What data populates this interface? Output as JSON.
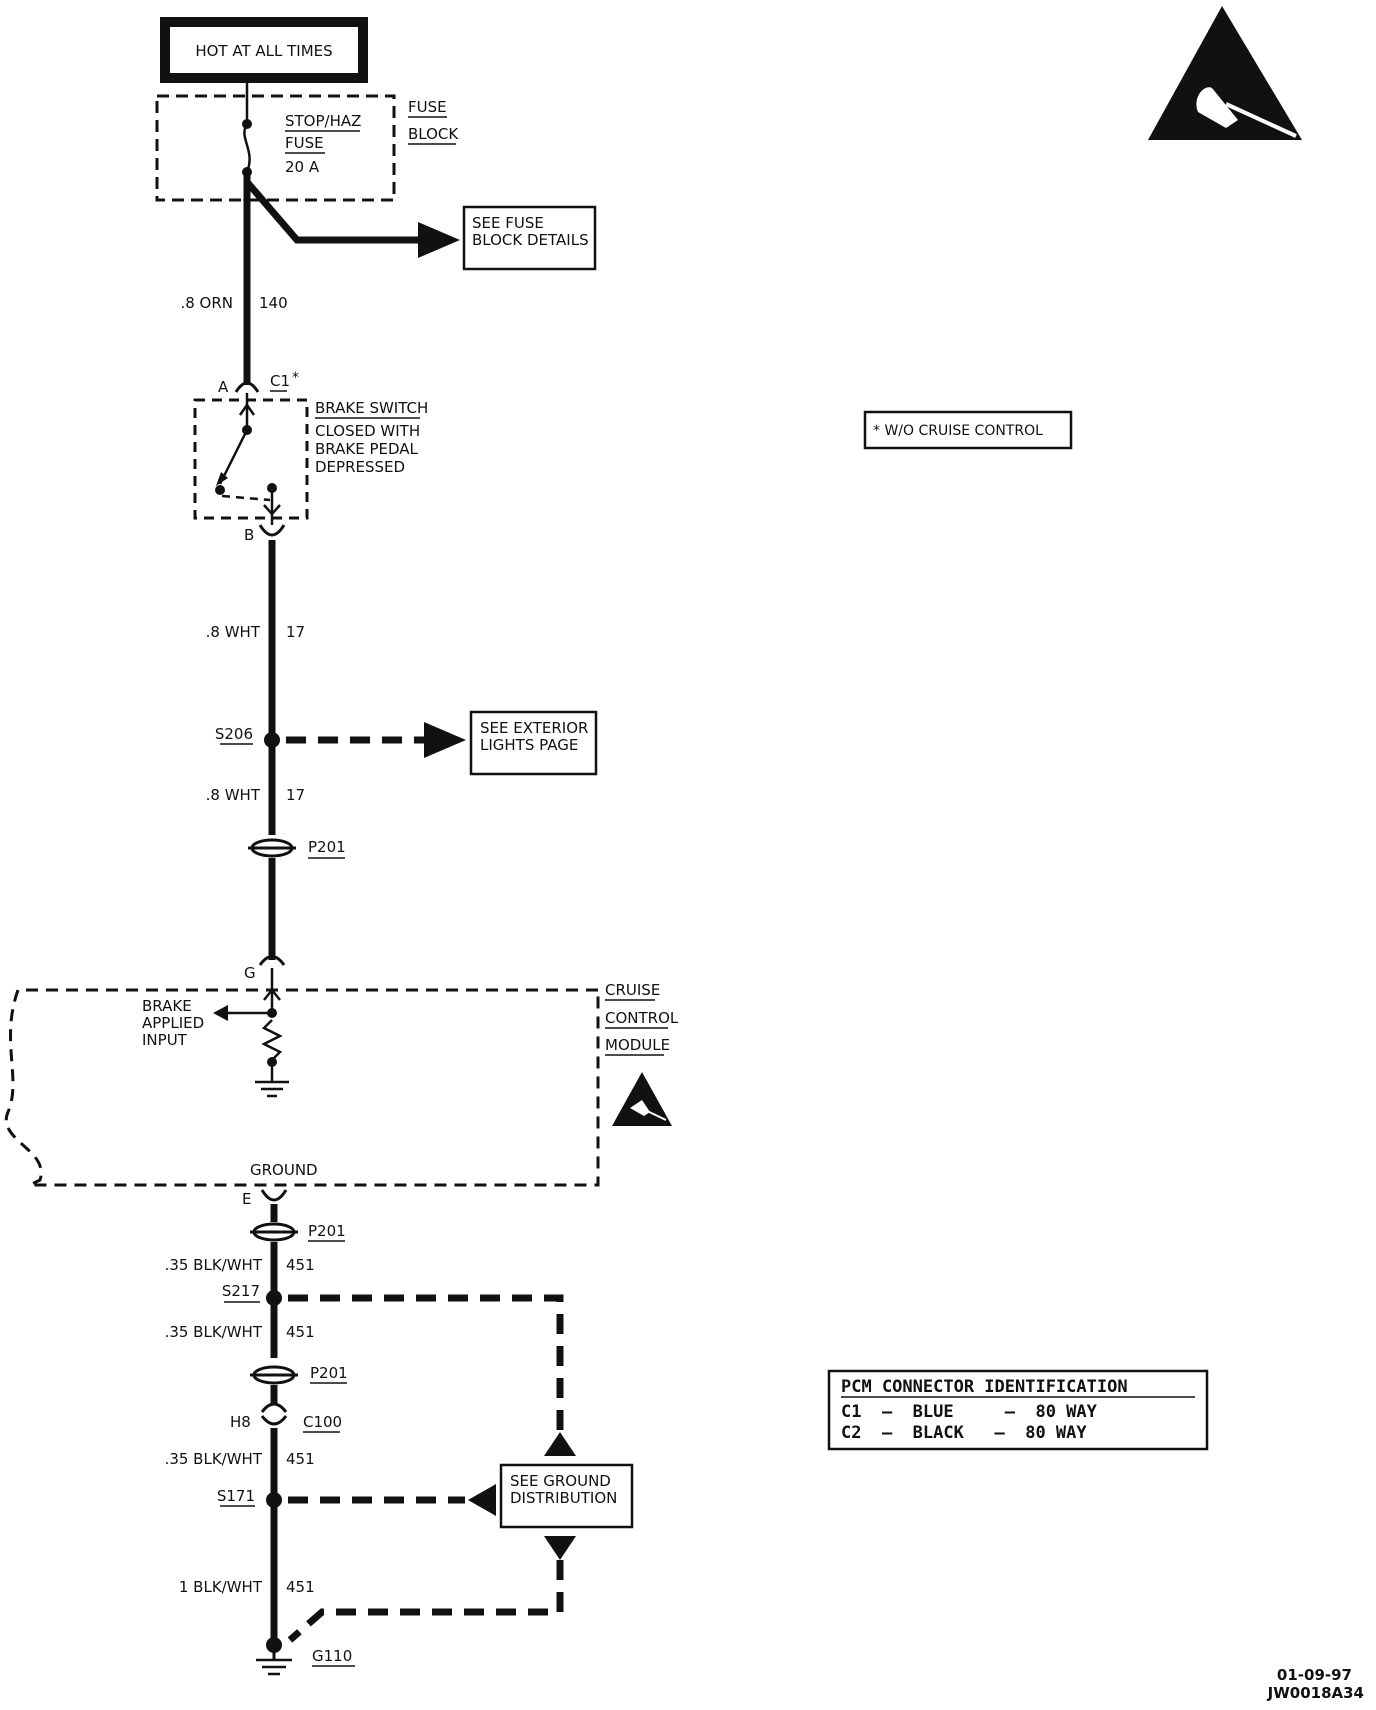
{
  "power_header": "HOT AT ALL TIMES",
  "fuse": {
    "name_line1": "STOP/HAZ",
    "name_line2": "FUSE",
    "rating": "20 A"
  },
  "fuse_block": {
    "line1": "FUSE",
    "line2": "BLOCK"
  },
  "refs": {
    "fuse_block_details": [
      "SEE FUSE",
      "BLOCK DETAILS"
    ],
    "exterior_lights": [
      "SEE EXTERIOR",
      "LIGHTS PAGE"
    ],
    "ground_distribution": [
      "SEE GROUND",
      "DISTRIBUTION"
    ]
  },
  "wires": {
    "w140": {
      "gauge_color": ".8 ORN",
      "circuit": "140"
    },
    "w17a": {
      "gauge_color": ".8 WHT",
      "circuit": "17"
    },
    "w17b": {
      "gauge_color": ".8 WHT",
      "circuit": "17"
    },
    "w451a": {
      "gauge_color": ".35 BLK/WHT",
      "circuit": "451"
    },
    "w451b": {
      "gauge_color": ".35 BLK/WHT",
      "circuit": "451"
    },
    "w451c": {
      "gauge_color": ".35 BLK/WHT",
      "circuit": "451"
    },
    "w451d": {
      "gauge_color": "1 BLK/WHT",
      "circuit": "451"
    }
  },
  "brake_switch": {
    "pin_top": "A",
    "connector": "C1",
    "connector_mark": "*",
    "pin_bottom": "B",
    "desc": [
      "BRAKE SWITCH",
      "CLOSED WITH",
      "BRAKE PEDAL",
      "DEPRESSED"
    ]
  },
  "splices": {
    "s206": "S206",
    "s217": "S217",
    "s171": "S171"
  },
  "connectors": {
    "p201": "P201",
    "c100": "C100",
    "pin_h8": "H8",
    "pin_g": "G",
    "pin_e": "E"
  },
  "cruise_module": {
    "name": [
      "CRUISE",
      "CONTROL",
      "MODULE"
    ],
    "input_label": [
      "BRAKE",
      "APPLIED",
      "INPUT"
    ],
    "ground_label": "GROUND"
  },
  "ground": "G110",
  "note": "* W/O CRUISE CONTROL",
  "pcm_table": {
    "title": "PCM CONNECTOR IDENTIFICATION",
    "rows": [
      "C1  –  BLUE     –  80 WAY",
      "C2  –  BLACK   –  80 WAY"
    ]
  },
  "footer": {
    "date": "01-09-97",
    "code": "JW0018A34"
  },
  "colors": {
    "ink": "#111111",
    "paper": "#ffffff"
  }
}
